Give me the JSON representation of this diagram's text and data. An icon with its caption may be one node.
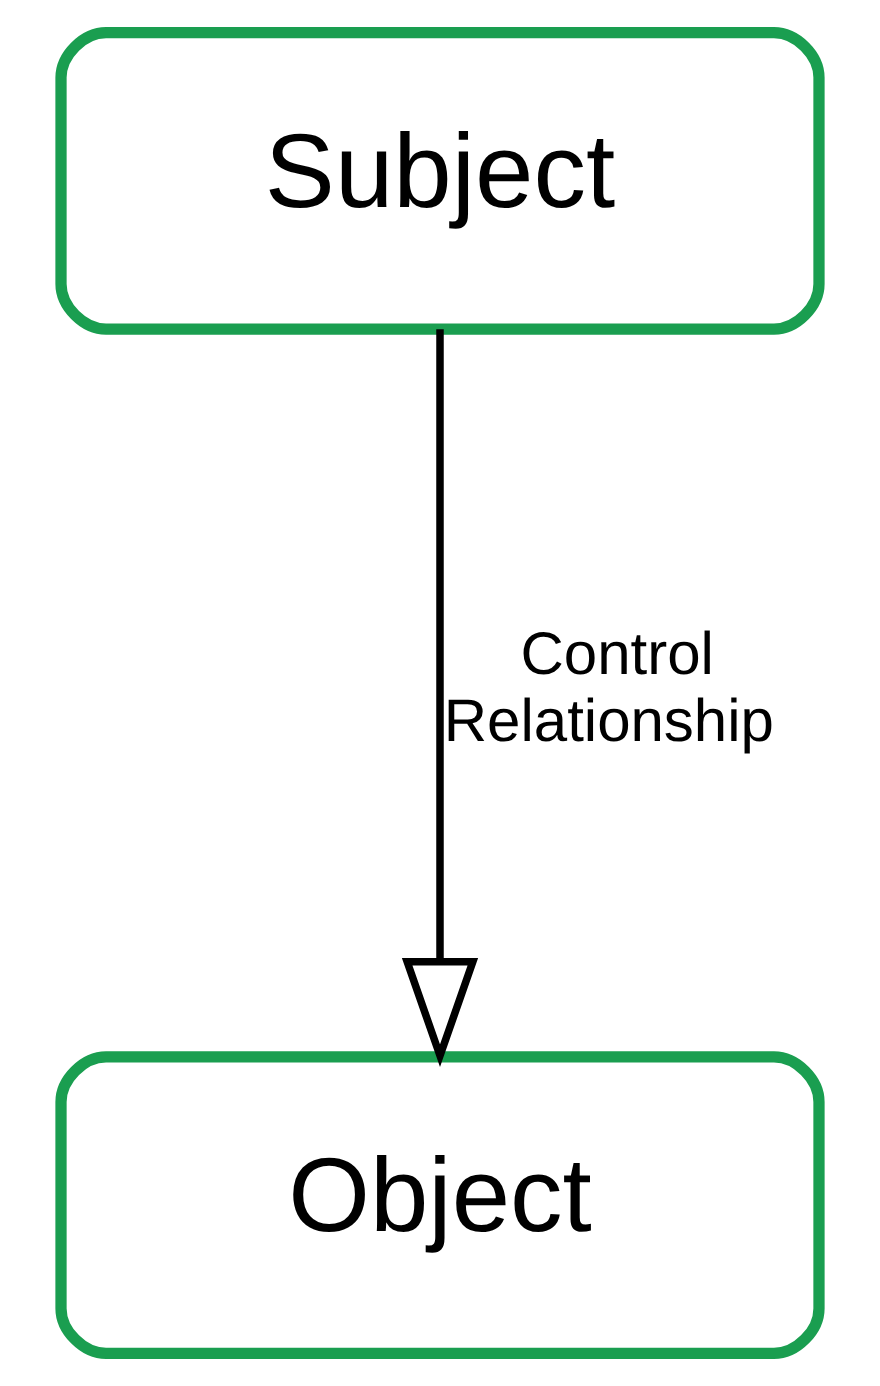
{
  "diagram": {
    "nodes": [
      {
        "text": [
          "Subject"
        ]
      },
      {
        "text": [
          "Object"
        ]
      }
    ],
    "edges": [
      {
        "from": 0,
        "to": 1,
        "arrow": "to",
        "label": "Control Relationship"
      }
    ]
  }
}
